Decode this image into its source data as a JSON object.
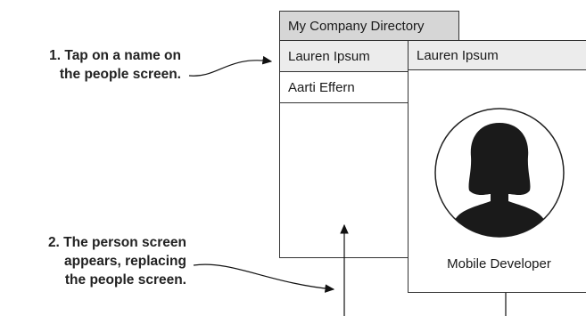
{
  "annotations": {
    "step1": "1. Tap on a name on\nthe people screen.",
    "step2": "2. The person screen\nappears, replacing\nthe people screen."
  },
  "people_screen": {
    "title": "My Company Directory",
    "items": [
      "Lauren Ipsum",
      "Aarti Effern"
    ]
  },
  "person_screen": {
    "name": "Lauren Ipsum",
    "role": "Mobile Developer"
  }
}
